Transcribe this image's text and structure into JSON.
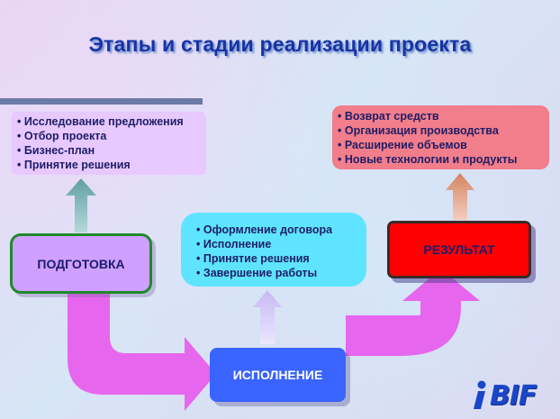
{
  "title": "Этапы и стадии реализации проекта",
  "colors": {
    "title": "#1733a6",
    "prep_node": "#cfa0ff",
    "exec_node": "#3a64ff",
    "result_node": "#ff0000",
    "flow_arrow": "#e766ee",
    "prep_box": "#e7c8ff",
    "exec_box": "#5fe4ff",
    "result_box": "#f27d8b"
  },
  "stages": {
    "preparation": {
      "label": "ПОДГОТОВКА",
      "items": [
        "Исследование предложения",
        "Отбор проекта",
        "Бизнес-план",
        "Принятие решения"
      ]
    },
    "execution": {
      "label": "ИСПОЛНЕНИЕ",
      "items": [
        "Оформление договора",
        "Исполнение",
        "Принятие решения",
        "Завершение работы"
      ]
    },
    "result": {
      "label": "РЕЗУЛЬТАТ",
      "items": [
        "Возврат средств",
        "Организация производства",
        "Расширение объемов",
        "Новые технологии и продукты"
      ]
    }
  },
  "logo": {
    "text": "BIF",
    "icon": "info-i-icon"
  }
}
